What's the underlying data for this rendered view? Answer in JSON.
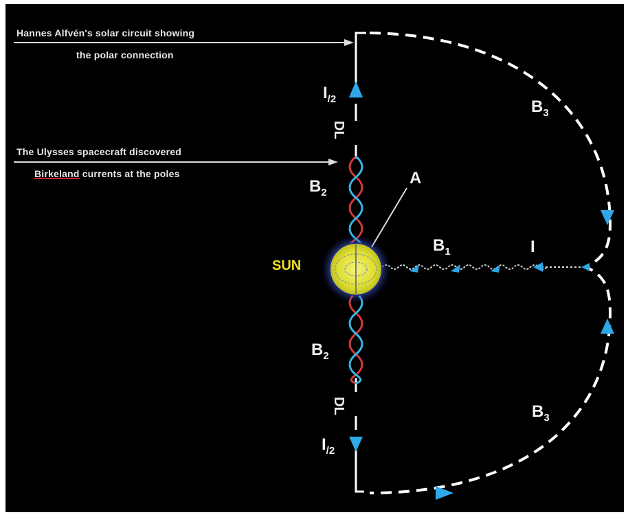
{
  "captions": {
    "alfven_line1": "Hannes Alfvén's solar circuit showing",
    "alfven_line2": "the polar connection",
    "ulysses_line1": "The Ulysses spacecraft discovered",
    "ulysses_word_birkeland": "Birkeland",
    "ulysses_line2_rest": " currents at the poles"
  },
  "labels": {
    "sun": "SUN",
    "a": "A",
    "i": "I",
    "i_half_top_main": "I",
    "i_half_top_sub": "/2",
    "i_half_bottom_main": "I",
    "i_half_bottom_sub": "/2",
    "dl_top": "DL",
    "dl_bottom": "DL",
    "b1_main": "B",
    "b1_sub": "1",
    "b2_top_main": "B",
    "b2_top_sub": "2",
    "b2_bottom_main": "B",
    "b2_bottom_sub": "2",
    "b3_top_main": "B",
    "b3_top_sub": "3",
    "b3_bottom_main": "B",
    "b3_bottom_sub": "3"
  },
  "colors": {
    "background": "#000000",
    "text": "#f0f0f0",
    "sun_fill": "#e8e83a",
    "sun_label": "#f2e020",
    "arrow_blue": "#2ea8e8",
    "helix_red": "#d63a3a",
    "helix_cyan": "#38b8e8",
    "dashed_line": "#ffffff"
  },
  "icons": {
    "current_arrow": "triangle-arrow-icon",
    "sun": "sun-icon"
  }
}
